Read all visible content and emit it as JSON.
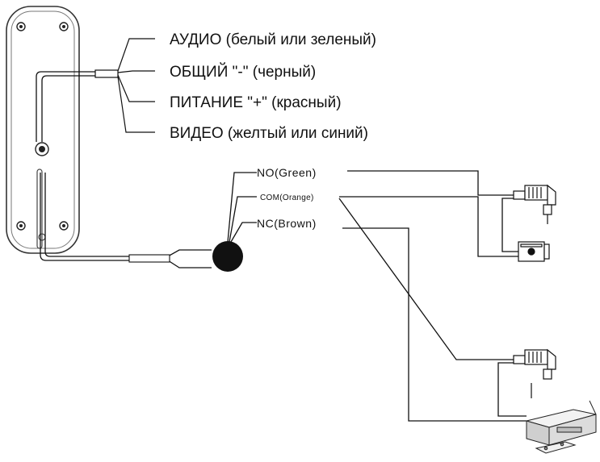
{
  "wire_labels": {
    "audio": "АУДИО (белый или зеленый)",
    "common": "ОБЩИЙ \"-\" (черный)",
    "power": "ПИТАНИЕ \"+\" (красный)",
    "video": "ВИДЕО (желтый или синий)"
  },
  "relay_labels": {
    "no": "NO(Green)",
    "com": "COM(Orange)",
    "nc": "NC(Brown)"
  },
  "colors": {
    "line": "#111111",
    "panel_stroke": "#333333",
    "connector_fill": "#111111"
  }
}
